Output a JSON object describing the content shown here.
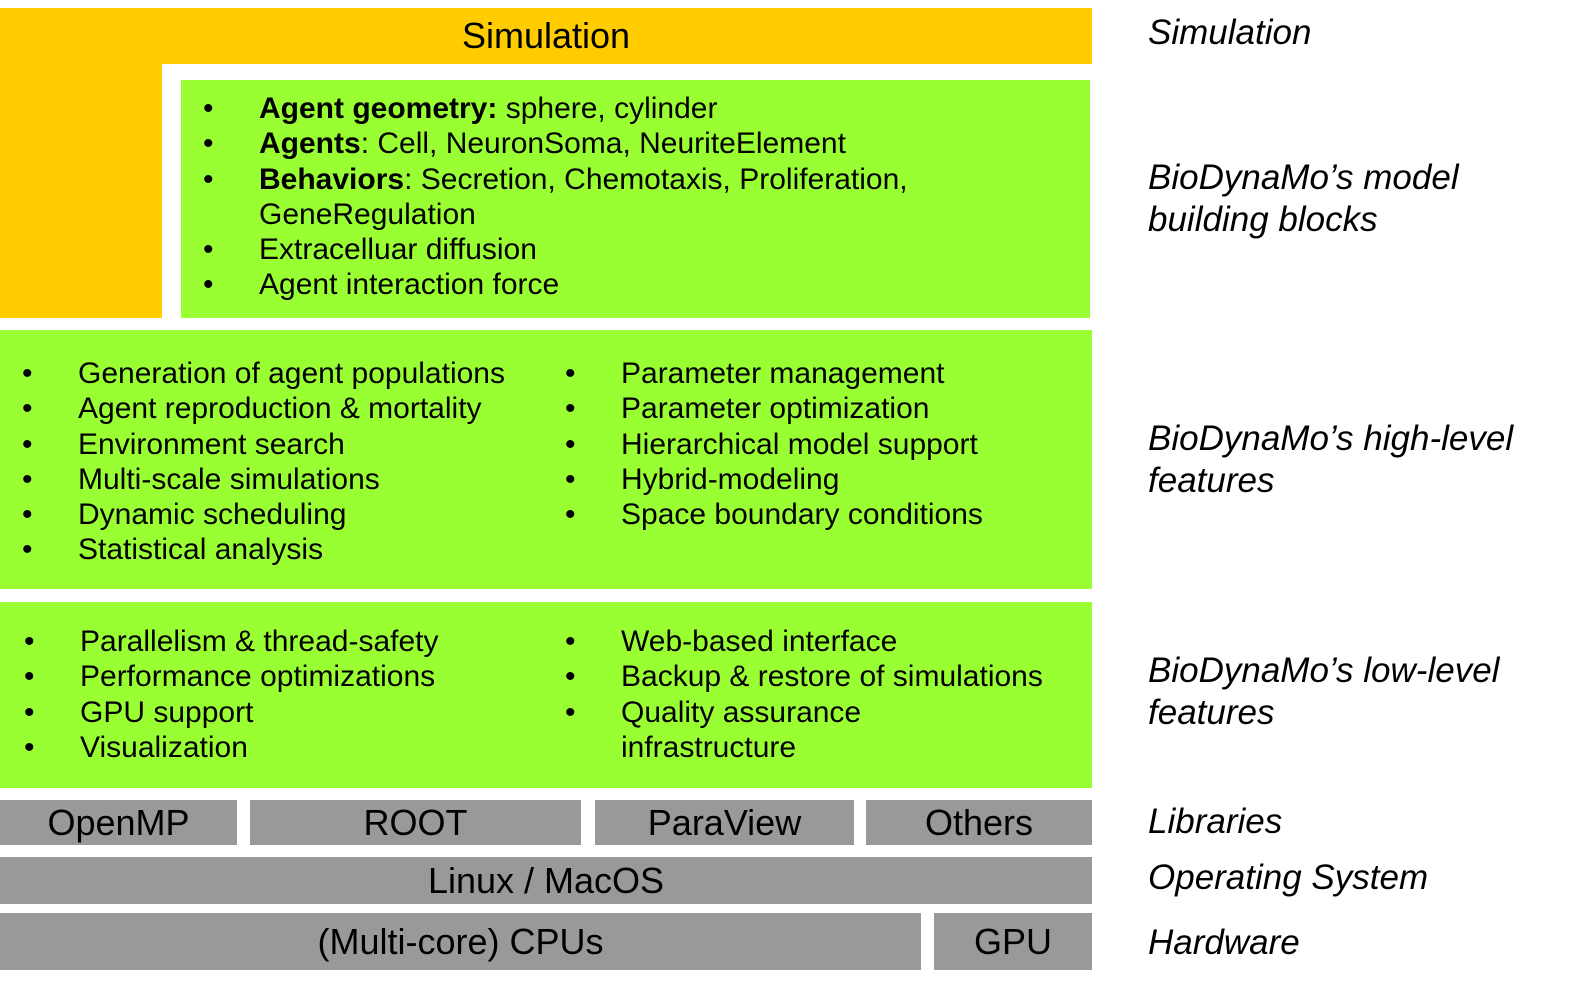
{
  "simulation": {
    "label": "Simulation"
  },
  "model_blocks": {
    "items": [
      {
        "bold": "Agent geometry:",
        "rest": " sphere, cylinder"
      },
      {
        "bold": "Agents",
        "rest": ": Cell, NeuronSoma, NeuriteElement"
      },
      {
        "bold": "Behaviors",
        "rest": ": Secretion, Chemotaxis, Proliferation, GeneRegulation"
      },
      {
        "bold": "",
        "rest": "Extracelluar diffusion"
      },
      {
        "bold": "",
        "rest": "Agent interaction force"
      }
    ]
  },
  "high_level": {
    "left": [
      "Generation of agent populations",
      "Agent reproduction & mortality",
      "Environment search",
      "Multi-scale simulations",
      "Dynamic scheduling",
      "Statistical analysis"
    ],
    "right": [
      "Parameter management",
      "Parameter optimization",
      "Hierarchical model support",
      "Hybrid-modeling",
      "Space boundary conditions"
    ]
  },
  "low_level": {
    "left": [
      "Parallelism & thread-safety",
      "Performance optimizations",
      "GPU support",
      "Visualization"
    ],
    "right": [
      "Web-based interface",
      "Backup & restore of simulations",
      "Quality assurance infrastructure"
    ]
  },
  "libraries": [
    "OpenMP",
    "ROOT",
    "ParaView",
    "Others"
  ],
  "os": {
    "label": "Linux / MacOS"
  },
  "hardware": {
    "cpu": "(Multi-core) CPUs",
    "gpu": "GPU"
  },
  "side_labels": {
    "simulation": "Simulation",
    "model": "BioDynaMo’s model building blocks",
    "high_level": "BioDynaMo’s high-level features",
    "low_level": "BioDynaMo’s low-level features",
    "libraries": "Libraries",
    "os": "Operating System",
    "hardware": "Hardware"
  },
  "colors": {
    "simulation": "#ffcc00",
    "features": "#99ff33",
    "infrastructure": "#999999"
  }
}
